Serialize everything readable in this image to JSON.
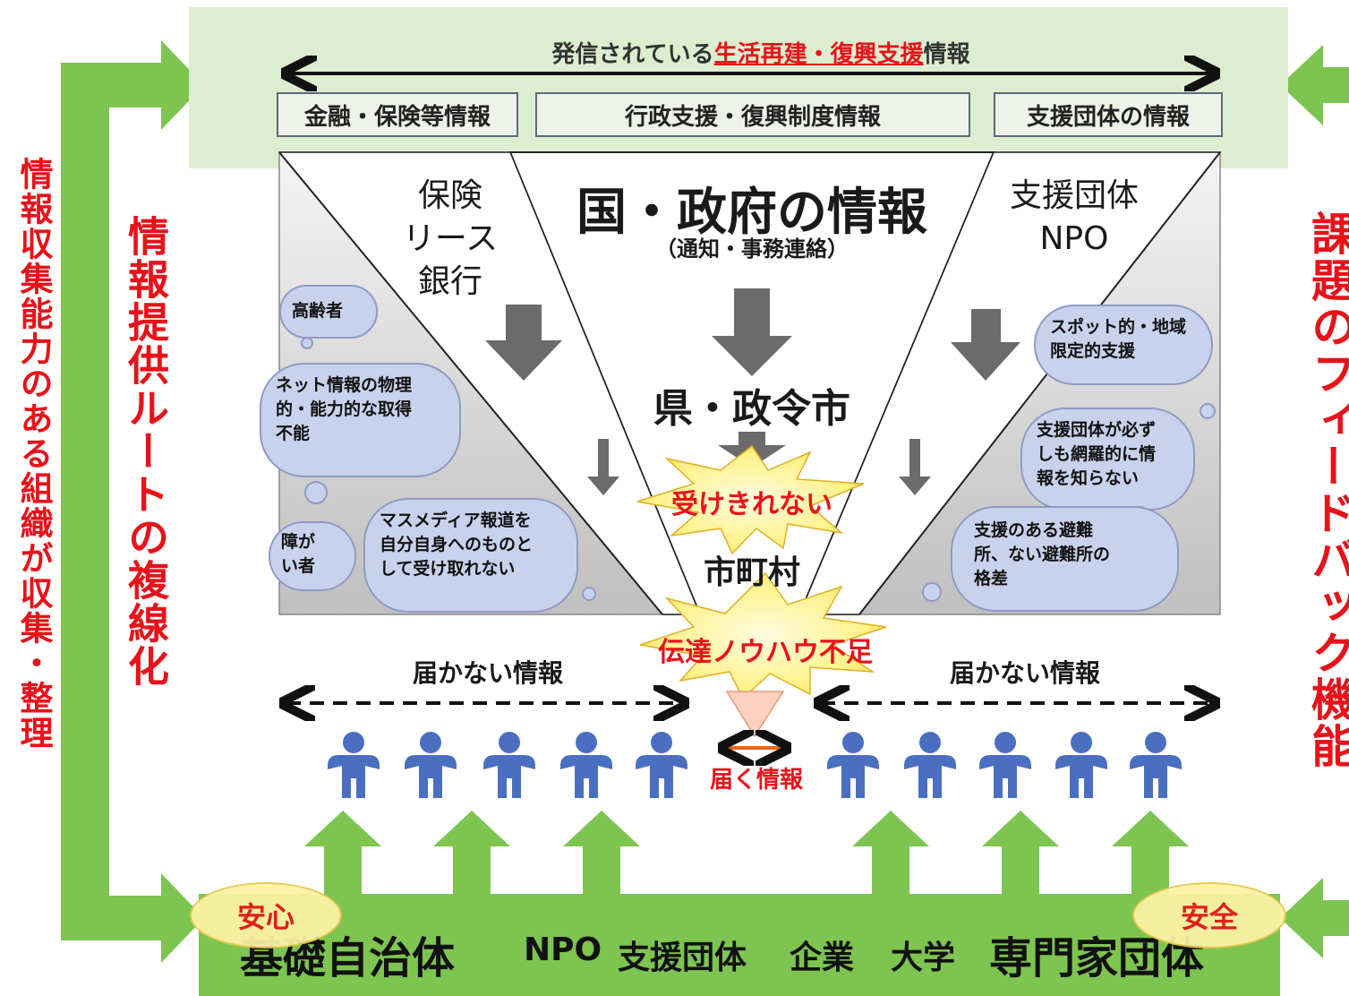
{
  "top_banner": {
    "title_prefix": "発信されている",
    "title_highlight": "生活再建・復興支援",
    "title_suffix": "情報",
    "boxes": [
      "金融・保険等情報",
      "行政支援・復興制度情報",
      "支援団体の情報"
    ]
  },
  "left_outer_label": "情報収集能力のある組織が収集・整理",
  "left_inner_label": "情報提供ルートの複線化",
  "right_label": "課題のフィードバック機能",
  "funnel": {
    "left_source": [
      "保険",
      "リース",
      "銀行"
    ],
    "center_title": "国・政府の情報",
    "center_subtitle": "（通知・事務連絡）",
    "right_source": [
      "支援団体",
      "NPO"
    ],
    "prefecture": "県・政令市",
    "municipality": "市町村",
    "burst_upper": "受けきれない",
    "burst_lower": "伝達ノウハウ不足"
  },
  "clouds_left": [
    [
      "高齢者"
    ],
    [
      "ネット情報の物理",
      "的・能力的な取得",
      "不能"
    ],
    [
      "障が",
      "い者"
    ],
    [
      "マスメディア報道を",
      "自分自身へのものと",
      "して受け取れない"
    ]
  ],
  "clouds_right": [
    [
      "スポット的・地域",
      "限定的支援"
    ],
    [
      "支援団体が必ず",
      "しも網羅的に情",
      "報を知らない"
    ],
    [
      "支援のある避難",
      "所、ない避難所の",
      "格差"
    ]
  ],
  "unreached_left": "届かない情報",
  "unreached_right": "届かない情報",
  "reached": "届く情報",
  "bottom_bar": {
    "items": [
      "基礎自治体",
      "NPO",
      "支援団体",
      "企業",
      "大学",
      "専門家団体"
    ],
    "badge_left": "安心",
    "badge_right": "安全"
  },
  "colors": {
    "green": "#7ec451",
    "banner_bg": "#dceecf",
    "red": "#e8121a",
    "person": "#4b6fc0",
    "cloud": "#c9d2ec",
    "arrow_gray": "#6b6b6b"
  }
}
